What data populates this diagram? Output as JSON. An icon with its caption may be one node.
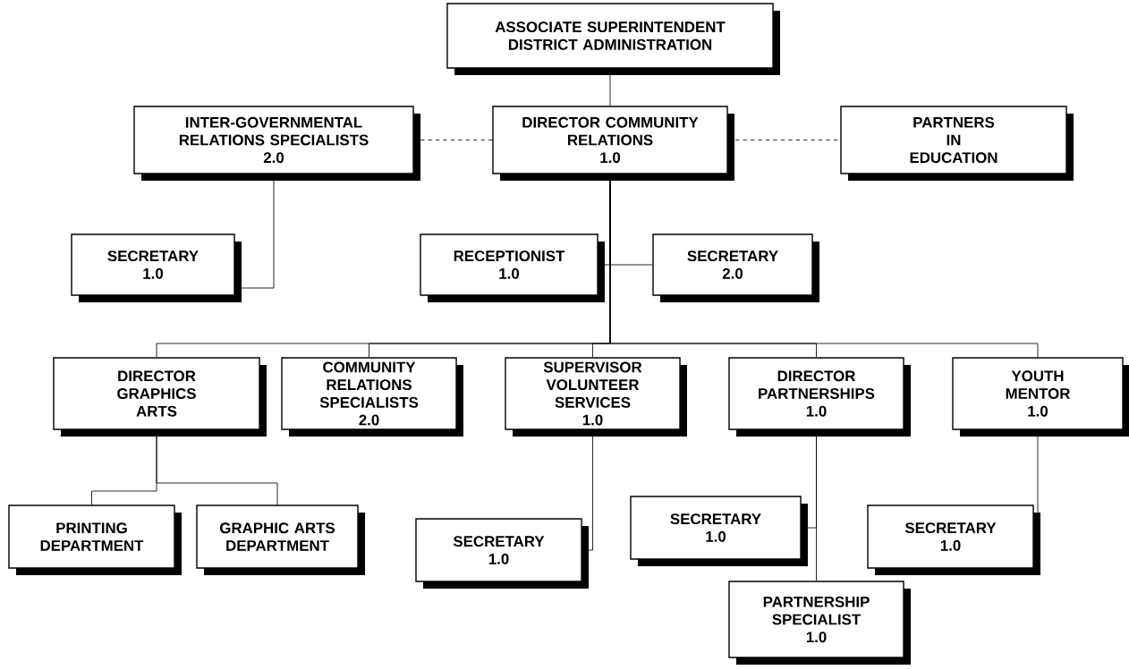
{
  "diagram": {
    "nodes": [
      {
        "text": [
          "ASSOCIATE SUPERINTENDENT DISTRICT ADMINISTRATION"
        ]
      },
      {
        "text": [
          "INTER-GOVERNMENTAL RELATIONS SPECIALISTS",
          "2.0"
        ]
      },
      {
        "text": [
          "DIRECTOR COMMUNITY RELATIONS",
          "1.0"
        ]
      },
      {
        "text": [
          "PARTNERS IN EDUCATION"
        ]
      },
      {
        "text": [
          "SECRETARY",
          "1.0"
        ]
      },
      {
        "text": [
          "RECEPTIONIST",
          "1.0"
        ]
      },
      {
        "text": [
          "SECRETARY",
          "2.0"
        ]
      },
      {
        "text": [
          "DIRECTOR GRAPHICS ARTS"
        ]
      },
      {
        "text": [
          "COMMUNITY RELATIONS SPECIALISTS",
          "2.0"
        ]
      },
      {
        "text": [
          "SUPERVISOR VOLUNTEER SERVICES",
          "1.0"
        ]
      },
      {
        "text": [
          "DIRECTOR PARTNERSHIPS",
          "1.0"
        ]
      },
      {
        "text": [
          "YOUTH MENTOR",
          "1.0"
        ]
      },
      {
        "text": [
          "PRINTING DEPARTMENT"
        ]
      },
      {
        "text": [
          "GRAPHIC ARTS DEPARTMENT"
        ]
      },
      {
        "text": [
          "SECRETARY",
          "1.0"
        ]
      },
      {
        "text": [
          "SECRETARY",
          "1.0"
        ]
      },
      {
        "text": [
          "SECRETARY",
          "1.0"
        ]
      },
      {
        "text": [
          "PARTNERSHIP SPECIALIST",
          "1.0"
        ]
      }
    ],
    "edges": [
      {
        "from": 0,
        "to": 2,
        "arrow": "none"
      },
      {
        "from": 2,
        "to": 1,
        "arrow": "none",
        "style": "dashed"
      },
      {
        "from": 2,
        "to": 3,
        "arrow": "none",
        "style": "dashed"
      },
      {
        "from": 1,
        "to": 4,
        "arrow": "none"
      },
      {
        "from": 2,
        "to": 5,
        "arrow": "none"
      },
      {
        "from": 2,
        "to": 6,
        "arrow": "none"
      },
      {
        "from": 2,
        "to": 7,
        "arrow": "none"
      },
      {
        "from": 2,
        "to": 8,
        "arrow": "none"
      },
      {
        "from": 2,
        "to": 9,
        "arrow": "none"
      },
      {
        "from": 2,
        "to": 10,
        "arrow": "none"
      },
      {
        "from": 2,
        "to": 11,
        "arrow": "none"
      },
      {
        "from": 7,
        "to": 12,
        "arrow": "none"
      },
      {
        "from": 7,
        "to": 13,
        "arrow": "none"
      },
      {
        "from": 9,
        "to": 14,
        "arrow": "none"
      },
      {
        "from": 10,
        "to": 15,
        "arrow": "none"
      },
      {
        "from": 10,
        "to": 17,
        "arrow": "none"
      },
      {
        "from": 11,
        "to": 16,
        "arrow": "none"
      }
    ]
  }
}
